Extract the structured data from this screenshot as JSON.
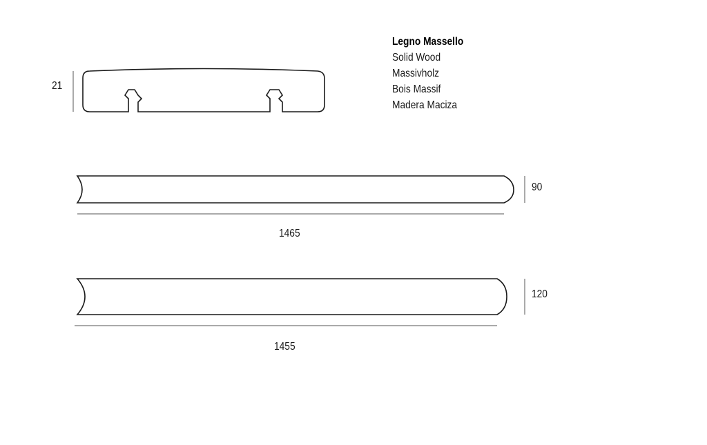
{
  "materials": {
    "title": "Legno Massello",
    "translations": [
      "Solid Wood",
      "Massivholz",
      "Bois Massif",
      "Madera Maciza"
    ]
  },
  "dimensions": {
    "profile_thickness": "21",
    "piece_1_width": "90",
    "piece_1_length": "1465",
    "piece_2_width": "120",
    "piece_2_length": "1455"
  },
  "colors": {
    "line": "#1a1a1a",
    "dim_line": "#555555"
  }
}
